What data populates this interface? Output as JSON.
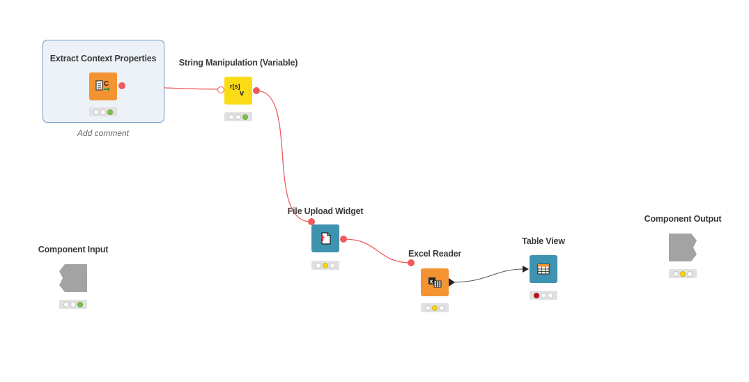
{
  "nodes": {
    "extract_context": {
      "title": "Extract Context Properties",
      "comment": "Add comment",
      "status": [
        "off",
        "off",
        "green"
      ],
      "icon": "context-properties-icon",
      "color": "#f39332"
    },
    "string_manipulation": {
      "title": "String Manipulation (Variable)",
      "icon_text": "r[s]",
      "icon_sub": "v",
      "status": [
        "off",
        "off",
        "green"
      ],
      "icon": "string-manipulation-icon",
      "color": "#fbdb16"
    },
    "file_upload": {
      "title": "File Upload Widget",
      "status": [
        "off",
        "yellow",
        "off"
      ],
      "icon": "file-upload-icon",
      "color": "#3e93b0"
    },
    "excel_reader": {
      "title": "Excel Reader",
      "status": [
        "off",
        "yellow",
        "off"
      ],
      "icon": "excel-reader-icon",
      "color": "#f39332"
    },
    "table_view": {
      "title": "Table View",
      "status": [
        "red",
        "off",
        "off"
      ],
      "icon": "table-view-icon",
      "color": "#3e93b0"
    },
    "component_input": {
      "title": "Component Input",
      "status": [
        "off",
        "off",
        "green"
      ],
      "icon": "component-input-icon",
      "color": "#a3a3a3"
    },
    "component_output": {
      "title": "Component Output",
      "status": [
        "off",
        "yellow",
        "off"
      ],
      "icon": "component-output-icon",
      "color": "#a3a3a3"
    }
  },
  "connections": {
    "flow_variable_color": "#f05a5a",
    "data_color": "#555555"
  }
}
